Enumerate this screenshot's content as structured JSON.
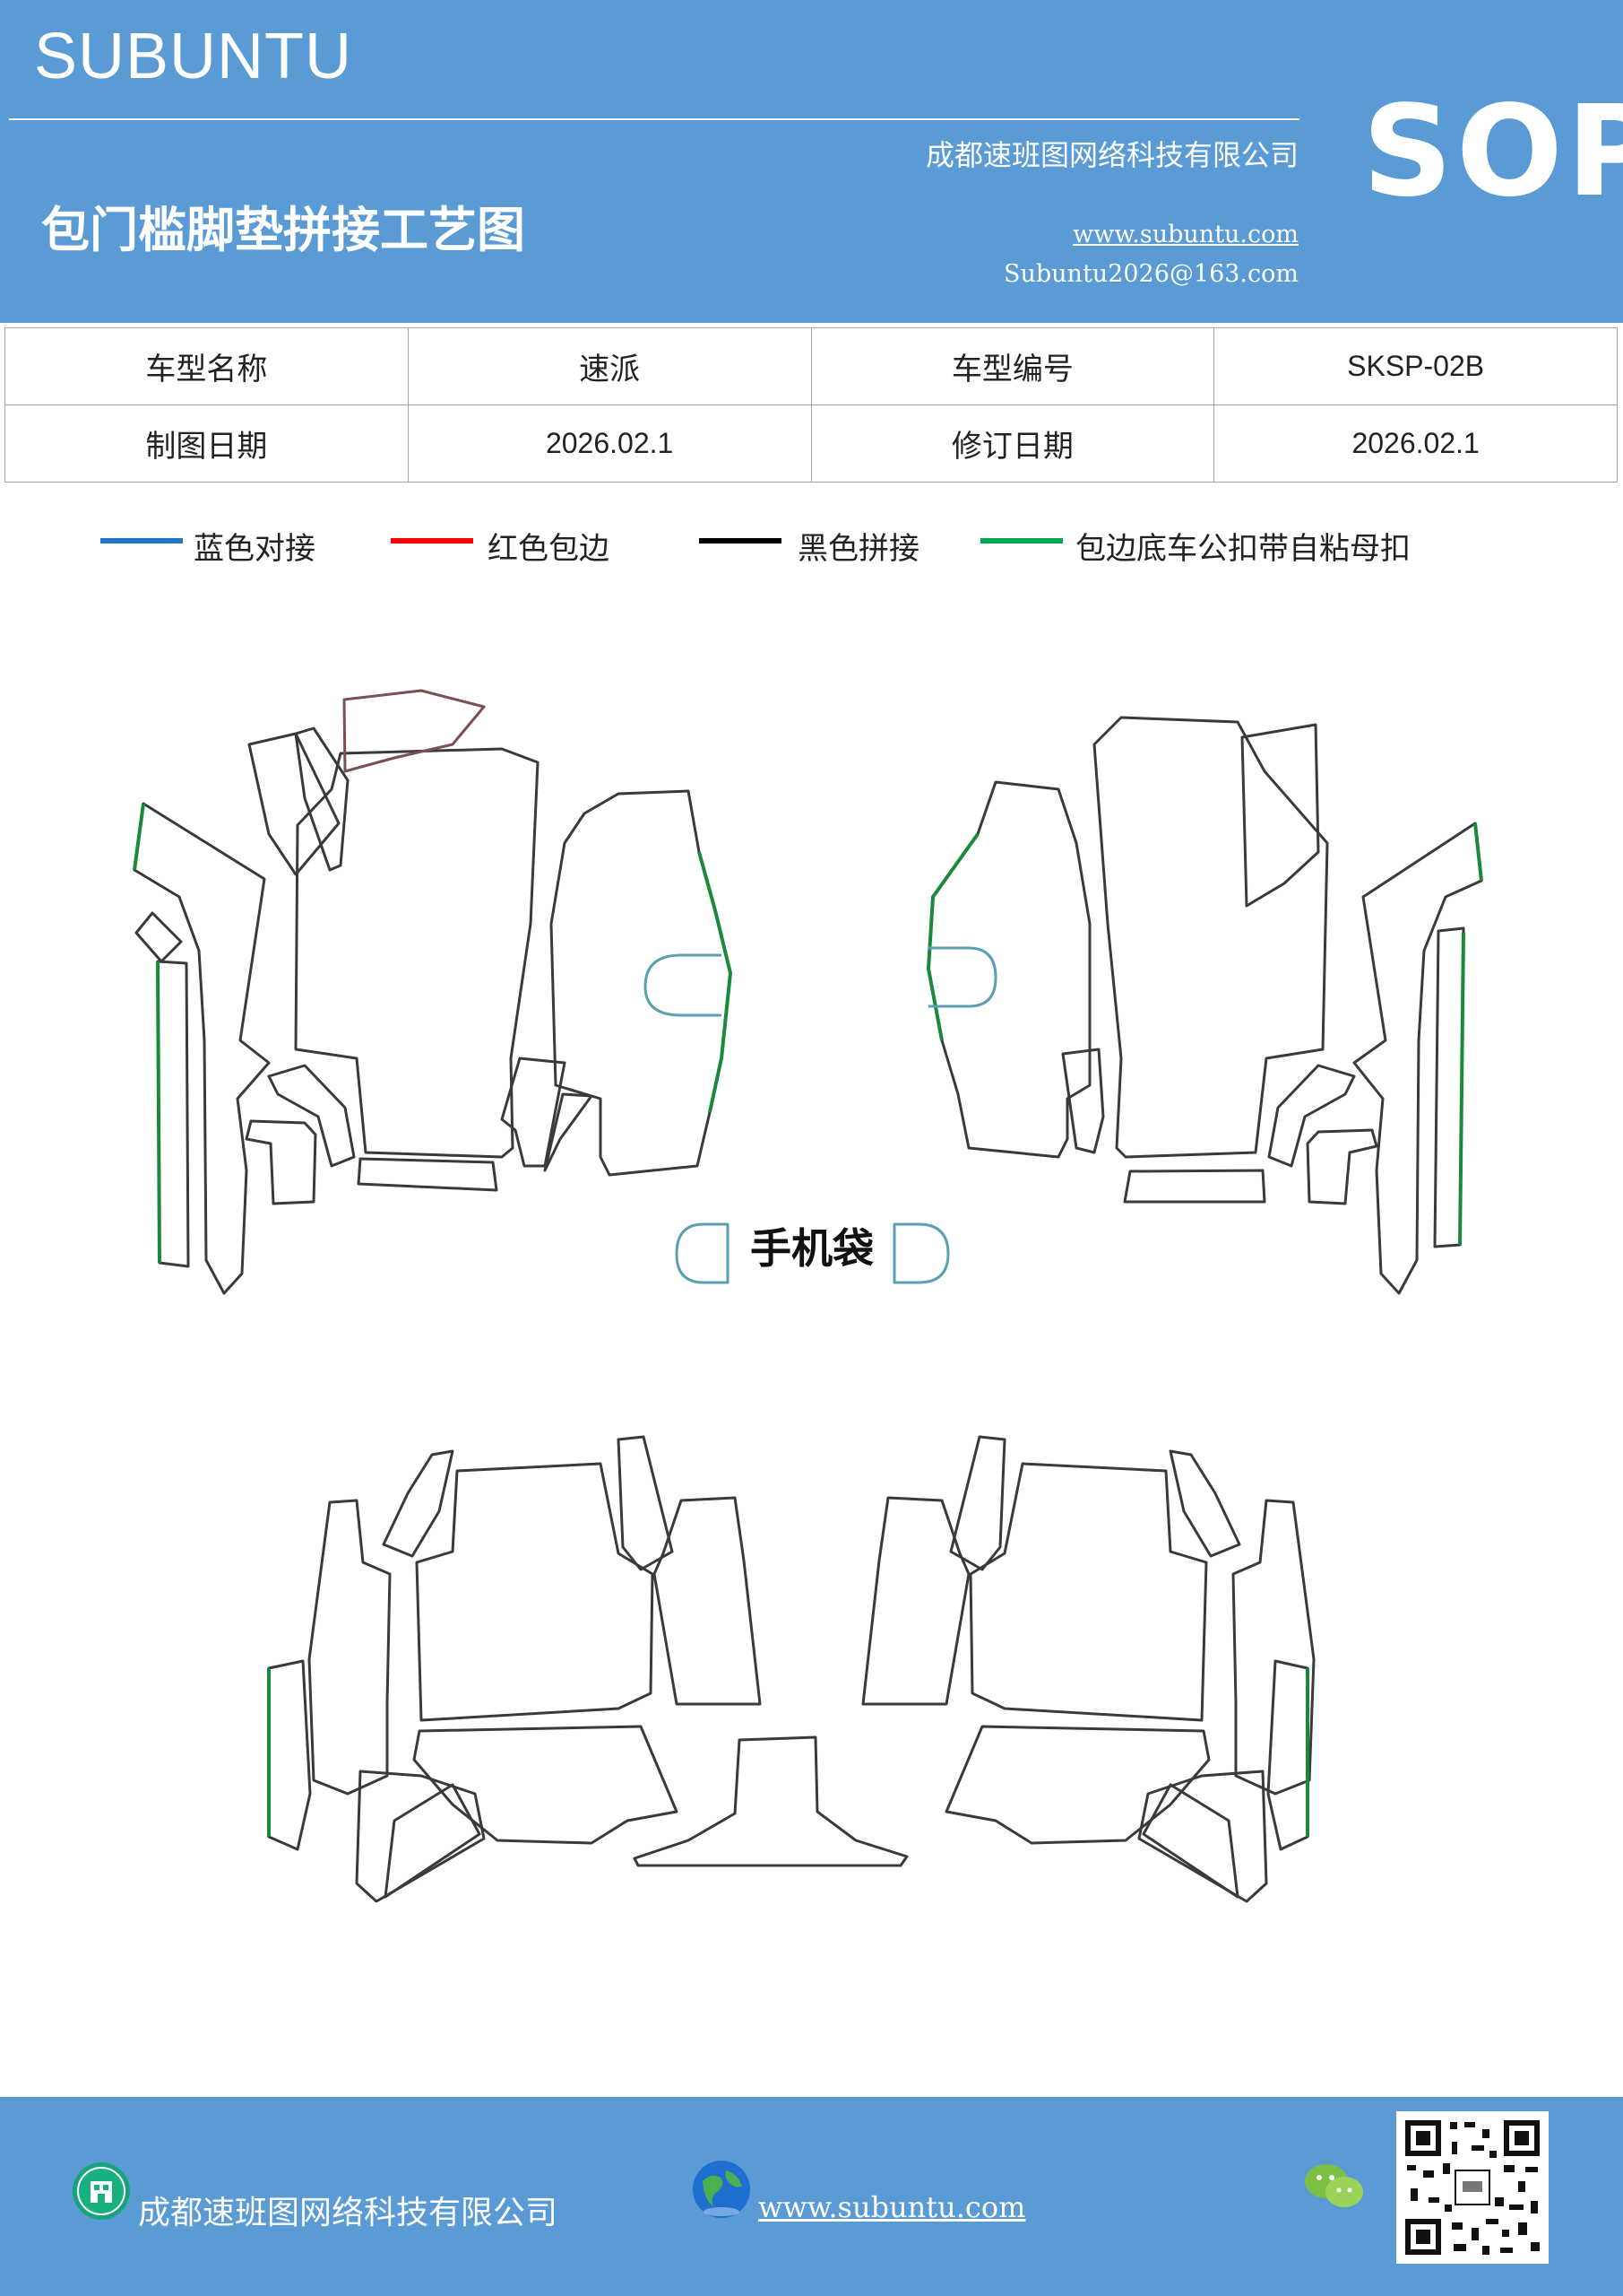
{
  "header": {
    "brand": "SUBUNTU",
    "company": "成都速班图网络科技有限公司",
    "title": "包门槛脚垫拼接工艺图",
    "website": "www.subuntu.com",
    "email": "Subuntu2026@163.com",
    "badge": "SOP"
  },
  "info_table": {
    "rows": [
      {
        "label1": "车型名称",
        "value1": "速派",
        "label2": "车型编号",
        "value2": "SKSP-02B"
      },
      {
        "label1": "制图日期",
        "value1": "2026.02.1",
        "label2": "修订日期",
        "value2": "2026.02.1"
      }
    ]
  },
  "legend": [
    {
      "label": "蓝色对接",
      "color": "#1f77c4"
    },
    {
      "label": "红色包边",
      "color": "#ff0000"
    },
    {
      "label": "黑色拼接",
      "color": "#000000"
    },
    {
      "label": "包边底车公扣带自粘母扣",
      "color": "#00a550"
    }
  ],
  "drawing": {
    "pocket_label": "手机袋",
    "line_colors": {
      "outline": "#3a3a3a",
      "edge": "#b07070",
      "green": "#1a8a3a",
      "blue": "#5aa0b0"
    }
  },
  "footer": {
    "company": "成都速班图网络科技有限公司",
    "website": "www.subuntu.com",
    "icons": [
      "building-icon",
      "globe-icon",
      "wechat-icon",
      "qr-code"
    ]
  }
}
